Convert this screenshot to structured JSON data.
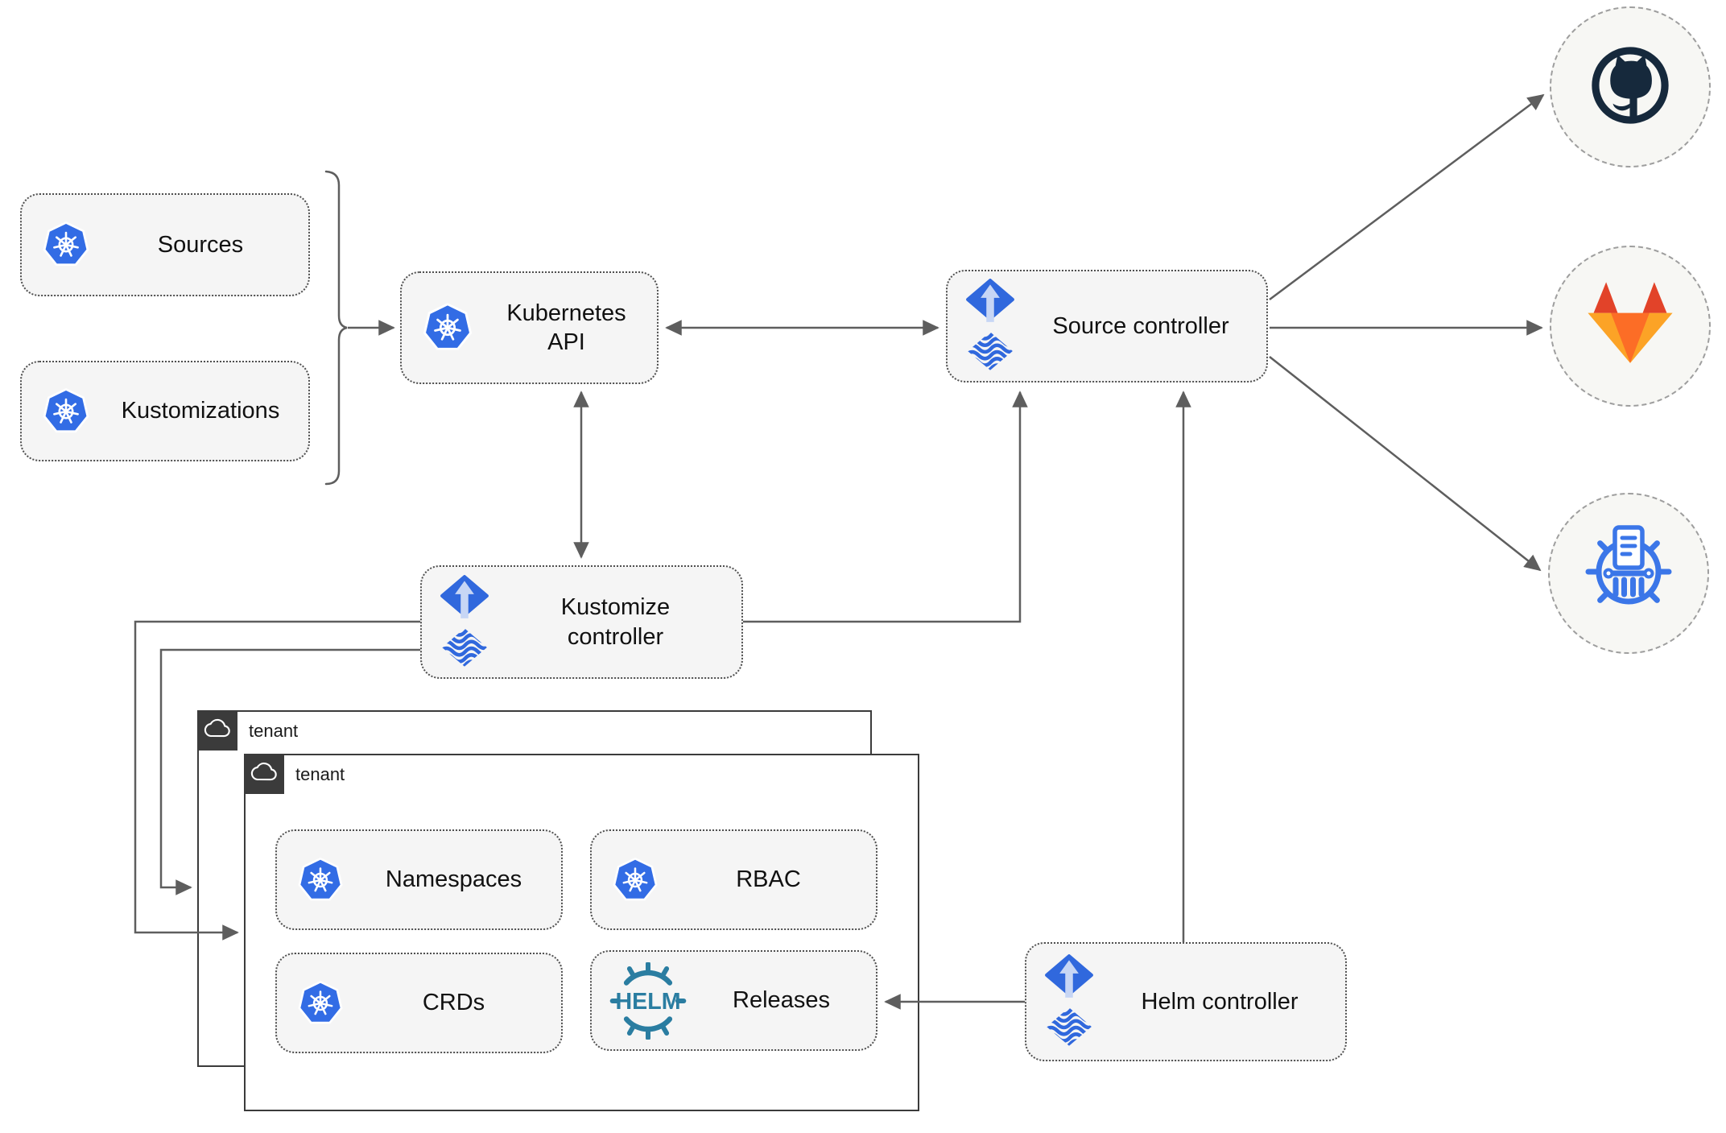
{
  "nodes": {
    "sources": {
      "label": "Sources",
      "icon": "kubernetes-icon"
    },
    "kustomizations": {
      "label": "Kustomizations",
      "icon": "kubernetes-icon"
    },
    "kubernetes_api": {
      "label": "Kubernetes API",
      "icon": "kubernetes-icon"
    },
    "source_controller": {
      "label": "Source controller",
      "icon": "flux-icon"
    },
    "kustomize_controller": {
      "label": "Kustomize controller",
      "icon": "flux-icon"
    },
    "helm_controller": {
      "label": "Helm controller",
      "icon": "flux-icon"
    },
    "namespaces": {
      "label": "Namespaces",
      "icon": "kubernetes-icon"
    },
    "rbac": {
      "label": "RBAC",
      "icon": "kubernetes-icon"
    },
    "crds": {
      "label": "CRDs",
      "icon": "kubernetes-icon"
    },
    "releases": {
      "label": "Releases",
      "icon": "helm-icon"
    }
  },
  "tenants": {
    "back": {
      "label": "tenant",
      "icon": "cloud-icon"
    },
    "front": {
      "label": "tenant",
      "icon": "cloud-icon"
    }
  },
  "external_targets": {
    "github": {
      "icon": "github-icon"
    },
    "gitlab": {
      "icon": "gitlab-icon"
    },
    "chart_repository": {
      "icon": "chartmuseum-icon"
    }
  },
  "helm_icon_text": "HELM",
  "theme": {
    "kubernetes_blue": "#326ce5",
    "flux_blue": "#3068dd",
    "flux_light": "#c7d6f5",
    "helm_teal": "#2a7da1",
    "github_dark": "#16293c",
    "gitlab_red": "#e24329",
    "gitlab_orange": "#fc6d26",
    "gitlab_yellow": "#fca326",
    "chartmuseum_blue": "#3b76e8",
    "node_fill": "#f5f5f5",
    "node_border": "#4f4f4f",
    "wire": "#5e5e5e",
    "tenant_border": "#3b3b3b",
    "tenant_header_bg": "#3b3b3b",
    "circle_fill": "#f7f7f4",
    "circle_border": "#9e9e9e",
    "text": "#111111"
  }
}
